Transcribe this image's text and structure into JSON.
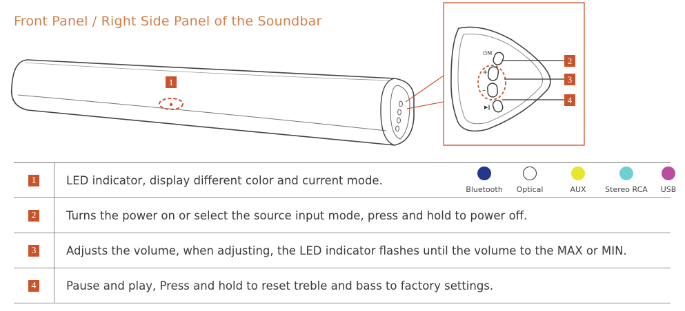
{
  "title": "Front Panel / Right Side Panel of the Soundbar",
  "callouts": [
    "1",
    "2",
    "3",
    "4"
  ],
  "button_labels": {
    "mode": "⏻M",
    "plus": "+",
    "minus": "–",
    "play": "▶‖"
  },
  "colors": {
    "accent": "#c9542c",
    "title": "#d2804a",
    "rule": "#8a8a8a"
  },
  "rows": [
    {
      "num": "1",
      "text": "LED indicator, display different color and current mode."
    },
    {
      "num": "2",
      "text": "Turns the power on or select the source input mode, press and hold to power off."
    },
    {
      "num": "3",
      "text": "Adjusts the volume, when adjusting, the LED indicator flashes until the volume to the MAX or MIN."
    },
    {
      "num": "4",
      "text": "Pause and play, Press and hold to reset treble and bass to factory settings."
    }
  ],
  "led_legend": [
    {
      "label": "Bluetooth",
      "color": "#25378a"
    },
    {
      "label": "Optical",
      "color": "#ffffff"
    },
    {
      "label": "AUX",
      "color": "#e6e62e"
    },
    {
      "label": "Stereo RCA",
      "color": "#6fcfd3"
    },
    {
      "label": "USB",
      "color": "#b84ea0"
    }
  ]
}
